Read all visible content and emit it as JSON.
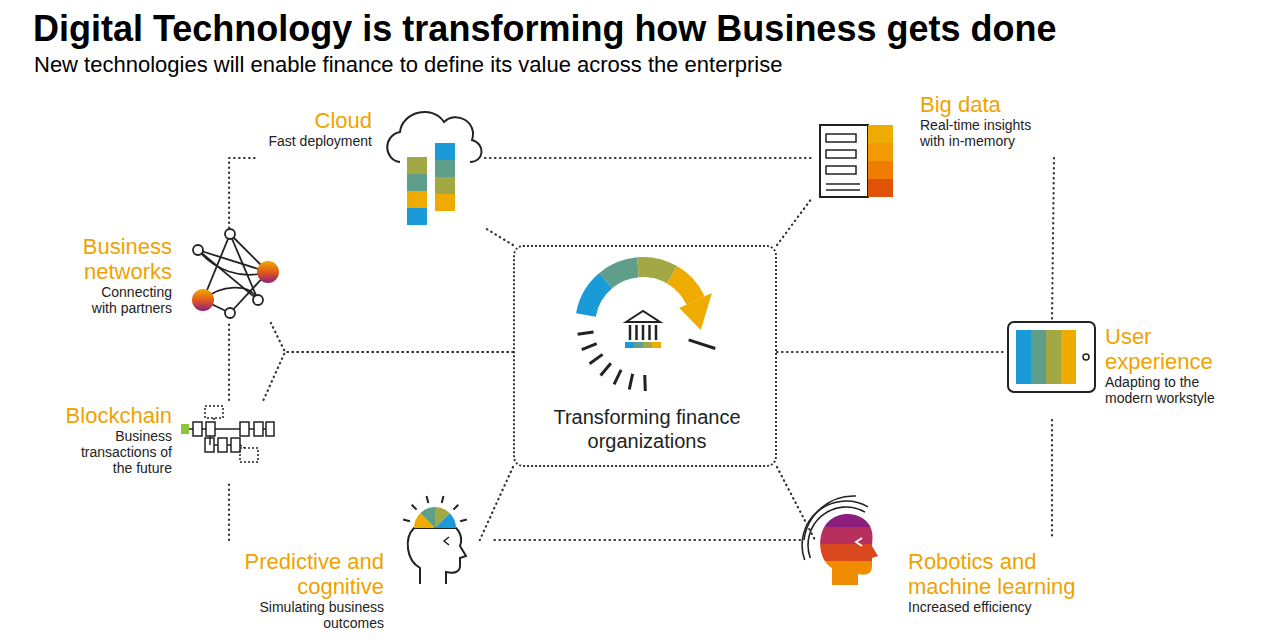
{
  "diagram": {
    "title": "Digital Technology is transforming how Business gets done",
    "caption": "New technologies will enable finance to define its value across the enterprise",
    "nodes": [
      {
        "text": [
          "Cloud",
          "Fast deployment"
        ]
      },
      {
        "text": [
          "Big data",
          "Real-time insights with in-memory"
        ]
      },
      {
        "text": [
          "Business networks",
          "Connecting with partners"
        ]
      },
      {
        "text": [
          "Transforming finance organizations"
        ]
      },
      {
        "text": [
          "User experience",
          "Adapting to the modern workstyle"
        ]
      },
      {
        "text": [
          "Blockchain",
          "Business transactions of the future"
        ]
      },
      {
        "text": [
          "Predictive and cognitive",
          "Simulating business outcomes"
        ]
      },
      {
        "text": [
          "Robotics and machine learning",
          "Increased efficiency"
        ]
      }
    ],
    "edges": [
      {
        "from": 3,
        "to": 0,
        "arrow": "none"
      },
      {
        "from": 3,
        "to": 1,
        "arrow": "none"
      },
      {
        "from": 3,
        "to": 2,
        "arrow": "none"
      },
      {
        "from": 3,
        "to": 5,
        "arrow": "none"
      },
      {
        "from": 3,
        "to": 4,
        "arrow": "none"
      },
      {
        "from": 3,
        "to": 6,
        "arrow": "none"
      },
      {
        "from": 3,
        "to": 7,
        "arrow": "none"
      },
      {
        "from": 2,
        "to": 0,
        "arrow": "none"
      },
      {
        "from": 0,
        "to": 1,
        "arrow": "none"
      },
      {
        "from": 1,
        "to": 4,
        "arrow": "none"
      },
      {
        "from": 4,
        "to": 7,
        "arrow": "none"
      },
      {
        "from": 7,
        "to": 6,
        "arrow": "none"
      },
      {
        "from": 6,
        "to": 5,
        "arrow": "none"
      },
      {
        "from": 5,
        "to": 2,
        "arrow": "none"
      }
    ]
  }
}
